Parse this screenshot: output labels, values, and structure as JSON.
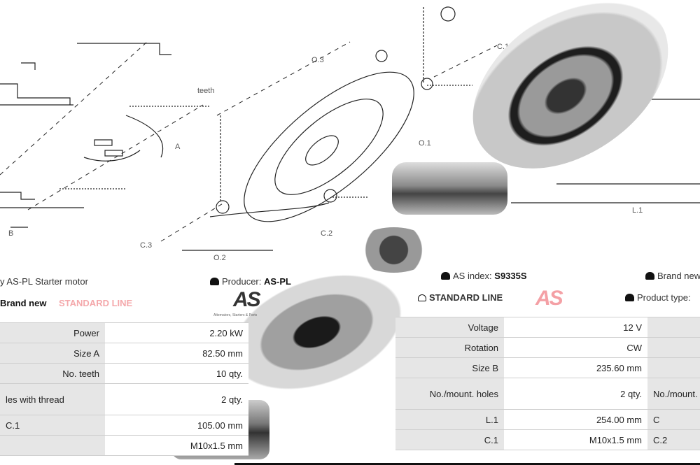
{
  "drawing": {
    "labels": {
      "teeth": "teeth",
      "a": "A",
      "b": "B",
      "o3": "O.3",
      "c1": "C.1",
      "o1": "O.1",
      "c3": "C.3",
      "o2": "O.2",
      "c2": "C.2",
      "l1": "L.1"
    }
  },
  "header": {
    "title": "y AS-PL Starter motor",
    "producer_label": "Producer:",
    "producer_value": "AS-PL",
    "as_index_label": "AS index:",
    "as_index_value": "S9335S",
    "brand_new_right": "Brand new",
    "brand_new_left": "Brand new",
    "standard_line_faded": "STANDARD LINE",
    "standard_line": "STANDARD LINE",
    "product_type_label": "Product type:",
    "logo_text": "AS",
    "logo_tagline": "Alternators, Starters & Parts"
  },
  "colors": {
    "accent_red": "#e8313a",
    "cell_gray": "#e6e6e6"
  },
  "left_table": [
    {
      "label": "Power",
      "value": "2.20 kW"
    },
    {
      "label": "Size A",
      "value": "82.50 mm"
    },
    {
      "label": "No. teeth",
      "value": "10 qty."
    },
    {
      "label": "les with thread",
      "value": "2 qty."
    },
    {
      "label": "C.1",
      "value": "105.00 mm"
    },
    {
      "label": "",
      "value": "M10x1.5 mm"
    }
  ],
  "right_table": [
    {
      "label": "Voltage",
      "value": "12 V",
      "extra": ""
    },
    {
      "label": "Rotation",
      "value": "CW",
      "extra": ""
    },
    {
      "label": "Size B",
      "value": "235.60 mm",
      "extra": ""
    },
    {
      "label": "No./mount. holes",
      "value": "2 qty.",
      "extra": "No./mount. h"
    },
    {
      "label": "L.1",
      "value": "254.00 mm",
      "extra": "C"
    },
    {
      "label": "C.1",
      "value": "M10x1.5 mm",
      "extra": "C.2"
    }
  ]
}
